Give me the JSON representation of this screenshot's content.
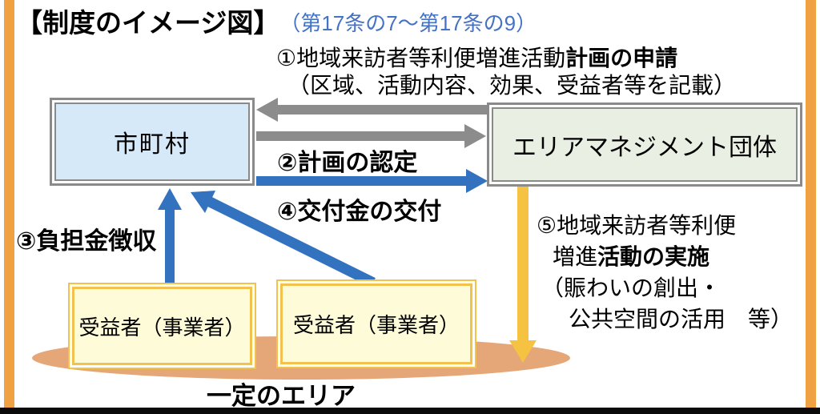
{
  "title": {
    "main": "【制度のイメージ図】",
    "sub": "（第17条の7～第17条の9）"
  },
  "annotations": {
    "step1": {
      "line1_normal": "①地域来訪者等利便増進活動",
      "line1_bold": "計画の申請",
      "line2": "（区域、活動内容、効果、受益者等を記載）"
    },
    "step2": {
      "label": "②計画の認定"
    },
    "step3": {
      "label": "③負担金徴収"
    },
    "step4": {
      "label": "④交付金の交付"
    },
    "step5": {
      "line1": "⑤地域来訪者等利便",
      "line2_normal": "増進",
      "line2_bold": "活動の実施",
      "line3": "（賑わいの創出・",
      "line4": "公共空間の活用　等）"
    }
  },
  "nodes": {
    "municipality": "市町村",
    "area_management_org": "エリアマネジメント団体",
    "beneficiary1": "受益者（事業者）",
    "beneficiary2": "受益者（事業者）",
    "area_label": "一定のエリア"
  },
  "arrows": [
    {
      "name": "step1-application",
      "direction": "right-to-left",
      "color": "#8C8C8C"
    },
    {
      "name": "step2-certification",
      "direction": "left-to-right",
      "color": "#8C8C8C"
    },
    {
      "name": "step4-grant",
      "direction": "left-to-right",
      "color": "#3372BE"
    },
    {
      "name": "step3-levy-vertical",
      "direction": "up",
      "color": "#3372BE"
    },
    {
      "name": "step3-levy-diagonal",
      "direction": "up-left",
      "color": "#3372BE"
    },
    {
      "name": "step5-implementation",
      "direction": "down",
      "color": "#F5C242"
    }
  ],
  "colors": {
    "frame_orange": "#F0A243",
    "title_blue": "#4472C4",
    "municipality_fill": "#D6E9F8",
    "org_fill": "#E9EFE2",
    "box_border_gray": "#8A8A8A",
    "arrow_gray": "#8C8C8C",
    "arrow_blue": "#3372BE",
    "arrow_yellow": "#F5C242",
    "beneficiary_fill": "#FEFBD8",
    "beneficiary_border": "#F2C14E",
    "ellipse_fill": "#E5A678",
    "bottom_bar_black": "#0A0A0A"
  }
}
